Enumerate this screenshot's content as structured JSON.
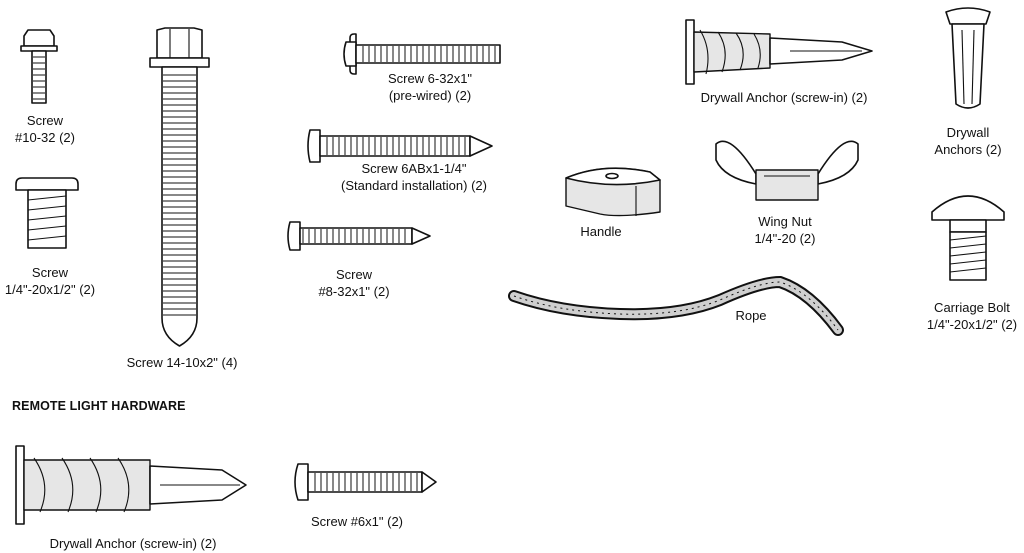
{
  "section_heading": "REMOTE LIGHT HARDWARE",
  "parts": {
    "screw_10_32": {
      "line1": "Screw",
      "line2": "#10-32 (2)"
    },
    "screw_14_10x2": {
      "line1": "Screw 14-10x2\" (4)"
    },
    "screw_quarter_20": {
      "line1": "Screw",
      "line2": "1/4\"-20x1/2\" (2)"
    },
    "screw_6_32x1": {
      "line1": "Screw 6-32x1\"",
      "line2": "(pre-wired) (2)"
    },
    "screw_6abx1": {
      "line1": "Screw 6ABx1-1/4\"",
      "line2": "(Standard installation) (2)"
    },
    "screw_8_32x1": {
      "line1": "Screw",
      "line2": "#8-32x1\" (2)"
    },
    "drywall_anchor_top": {
      "line1": "Drywall Anchor (screw-in) (2)"
    },
    "drywall_anchors": {
      "line1": "Drywall",
      "line2": "Anchors (2)"
    },
    "handle": {
      "line1": "Handle"
    },
    "wing_nut": {
      "line1": "Wing Nut",
      "line2": "1/4\"-20 (2)"
    },
    "carriage_bolt": {
      "line1": "Carriage Bolt",
      "line2": "1/4\"-20x1/2\" (2)"
    },
    "rope": {
      "line1": "Rope"
    },
    "drywall_anchor_bottom": {
      "line1": "Drywall Anchor (screw-in) (2)"
    },
    "screw_6x1": {
      "line1": "Screw #6x1\" (2)"
    }
  }
}
